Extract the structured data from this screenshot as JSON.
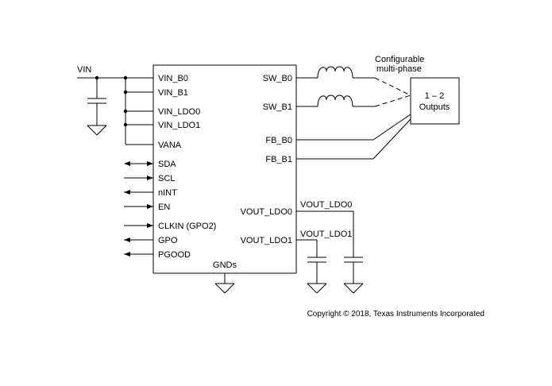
{
  "supply": {
    "label": "VIN"
  },
  "chip": {
    "name": "pmic-block",
    "left_pins": [
      {
        "key": "vin_b0",
        "label": "VIN_B0"
      },
      {
        "key": "vin_b1",
        "label": "VIN_B1"
      },
      {
        "key": "vin_ldo0",
        "label": "VIN_LDO0"
      },
      {
        "key": "vin_ldo1",
        "label": "VIN_LDO1"
      },
      {
        "key": "vana",
        "label": "VANA"
      },
      {
        "key": "sda",
        "label": "SDA"
      },
      {
        "key": "scl",
        "label": "SCL"
      },
      {
        "key": "nint",
        "label": "nINT"
      },
      {
        "key": "en",
        "label": "EN"
      },
      {
        "key": "clkin",
        "label": "CLKIN (GPO2)"
      },
      {
        "key": "gpo",
        "label": "GPO"
      },
      {
        "key": "pgood",
        "label": "PGOOD"
      }
    ],
    "right_pins": {
      "sw_b0": "SW_B0",
      "sw_b1": "SW_B1",
      "fb_b0": "FB_B0",
      "fb_b1": "FB_B1",
      "vout_ldo0": "VOUT_LDO0",
      "vout_ldo1": "VOUT_LDO1"
    },
    "bottom_label": "GNDs"
  },
  "outputs": {
    "note_line1": "Configurable",
    "note_line2": "multi-phase",
    "box_line1": "1 – 2",
    "box_line2": "Outputs"
  },
  "ldo_nets": {
    "ldo0": "VOUT_LDO0",
    "ldo1": "VOUT_LDO1"
  },
  "copyright": "Copyright © 2018, Texas Instruments Incorporated"
}
